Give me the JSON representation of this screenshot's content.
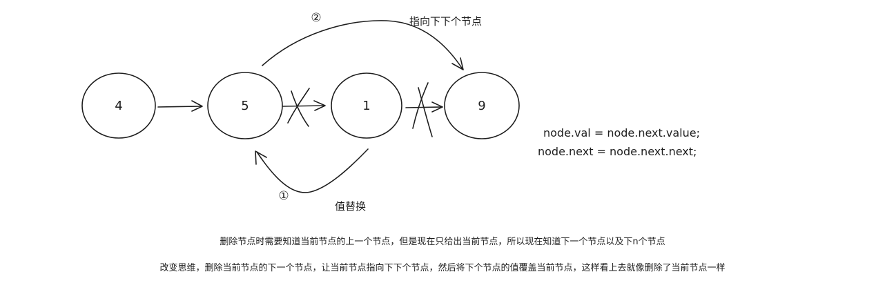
{
  "nodes": [
    {
      "id": "n4",
      "label": "4"
    },
    {
      "id": "n5",
      "label": "5"
    },
    {
      "id": "n1",
      "label": "1"
    },
    {
      "id": "n9",
      "label": "9"
    }
  ],
  "markers": {
    "step1": "①",
    "step2": "②"
  },
  "labels": {
    "top_arrow": "指向下下个节点",
    "bottom_arrow": "值替换"
  },
  "code": {
    "line1": "node.val = node.next.value;",
    "line2": "node.next = node.next.next;"
  },
  "captions": {
    "line1": "删除节点时需要知道当前节点的上一个节点，但是现在只给出当前节点，所以现在知道下一个节点以及下n个节点",
    "line2": "改变思维，删除当前节点的下一个节点，让当前节点指向下下个节点，然后将下个节点的值覆盖当前节点，这样看上去就像删除了当前节点一样"
  }
}
